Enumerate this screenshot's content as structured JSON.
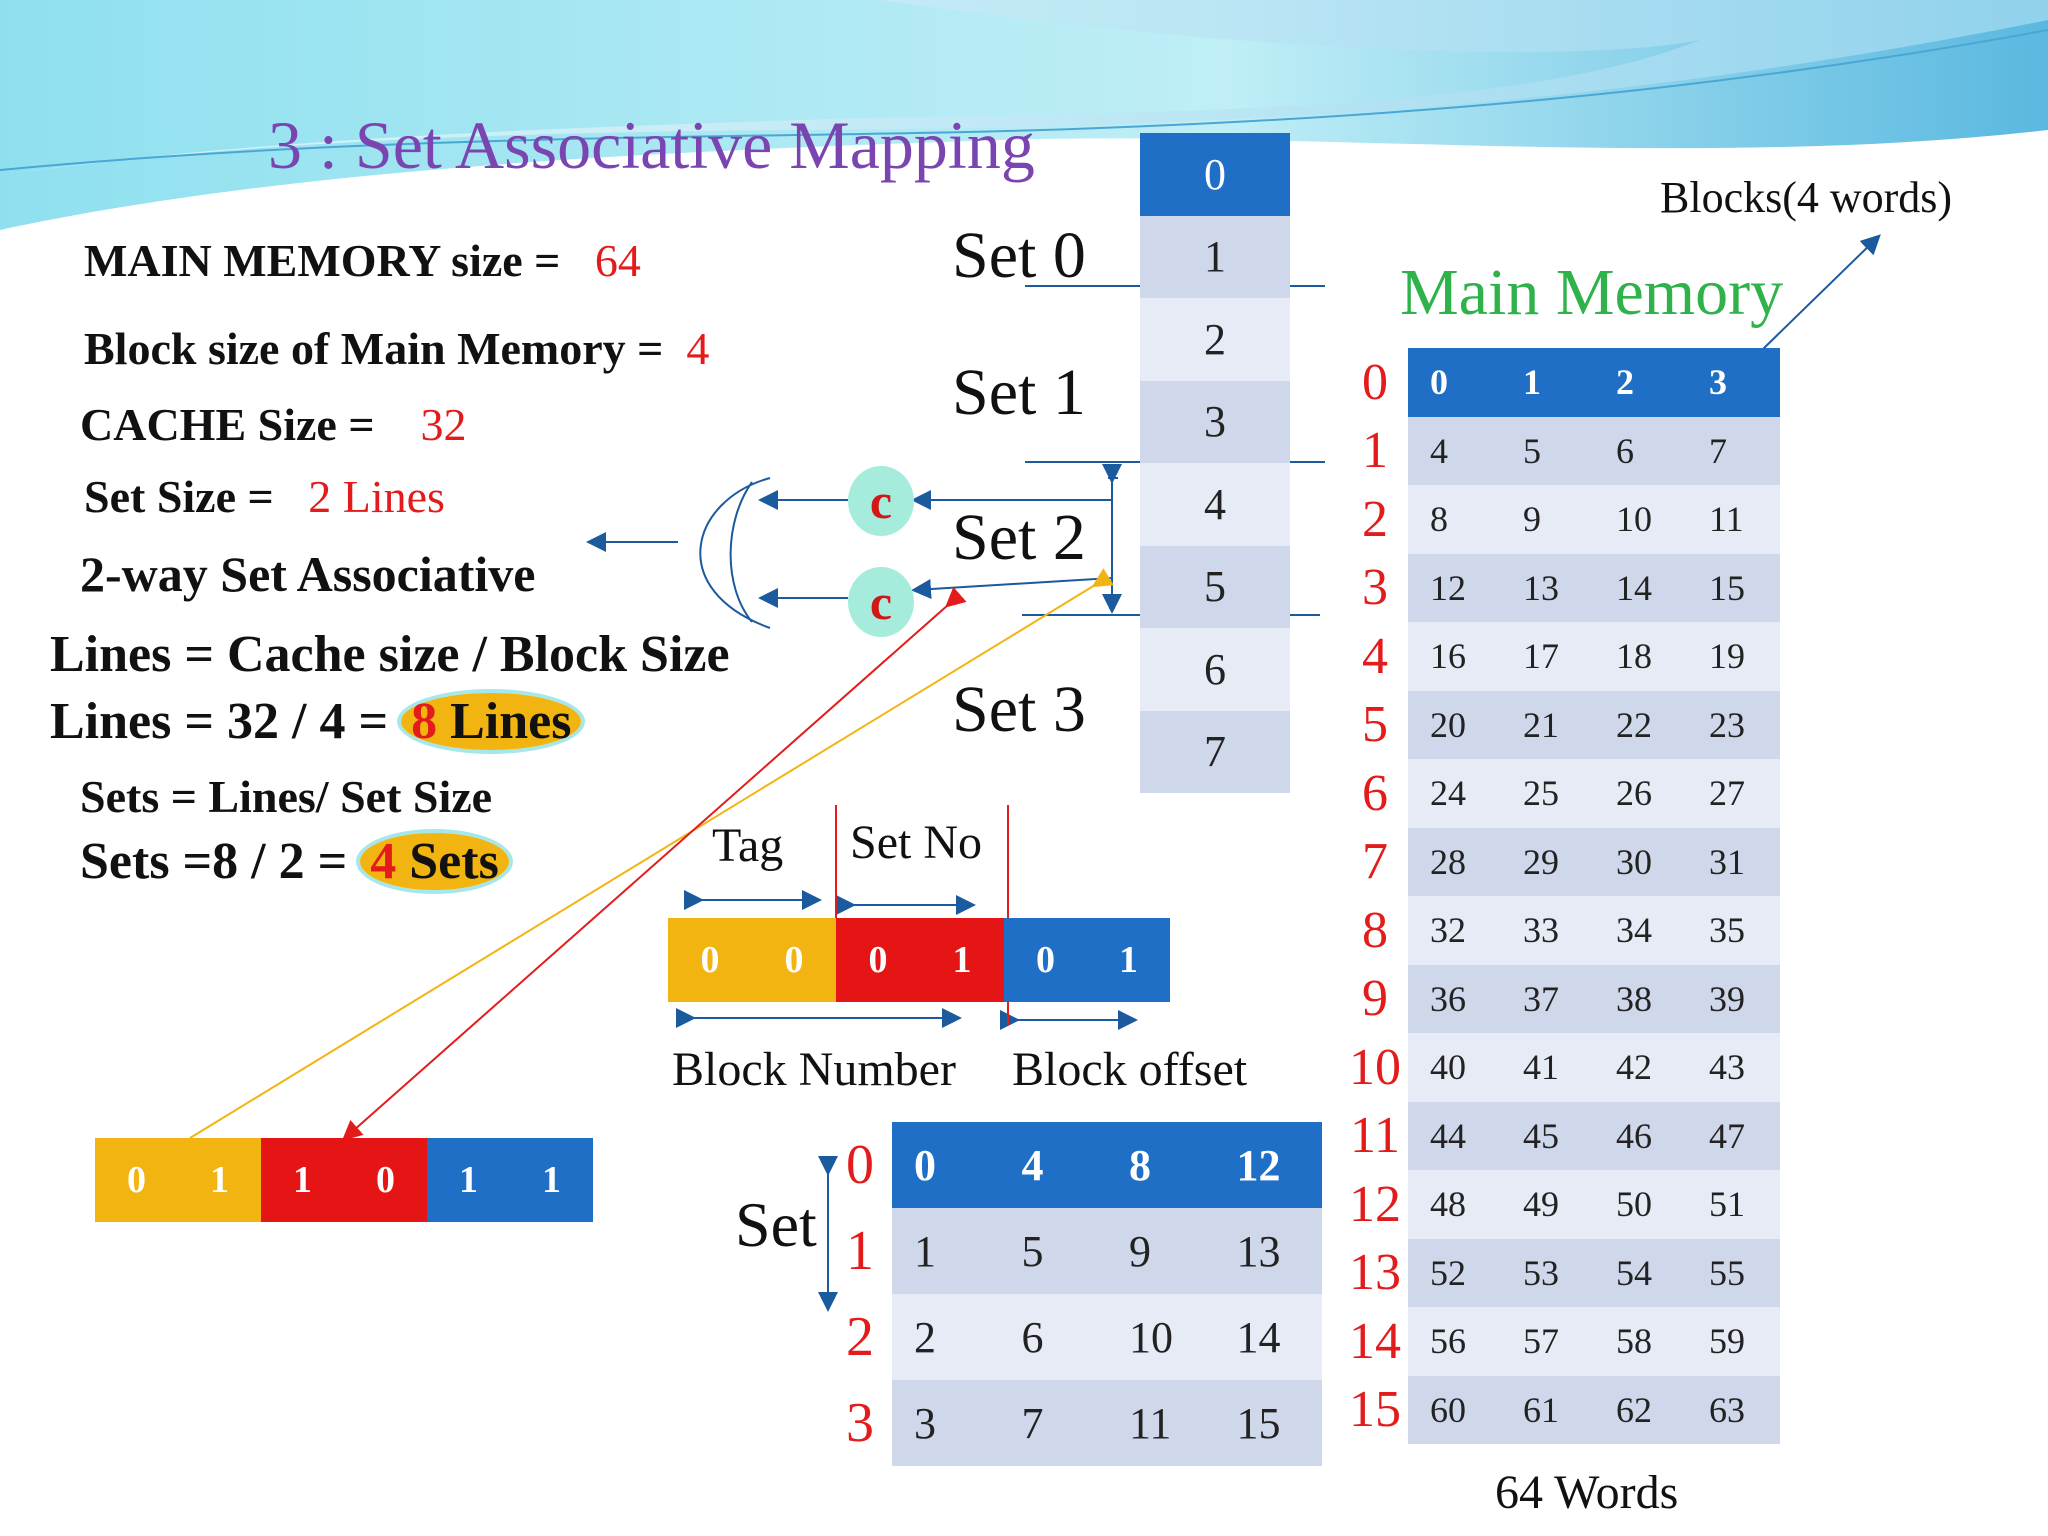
{
  "title": "3 : Set Associative Mapping",
  "params": {
    "main_memory_label": "MAIN MEMORY size =",
    "main_memory_value": "64",
    "block_size_label": "Block size of Main Memory =",
    "block_size_value": "4",
    "cache_size_label": "CACHE Size =",
    "cache_size_value": "32",
    "set_size_label": "Set Size =",
    "set_size_value": "2 Lines",
    "way_label": "2-way Set Associative",
    "lines_formula": "Lines = Cache size / Block Size",
    "lines_calc": "Lines = 32 / 4 =",
    "lines_result_num": "8",
    "lines_result_unit": "Lines",
    "sets_formula": "Sets = Lines/ Set Size",
    "sets_calc": "Sets =8 / 2 =",
    "sets_result_num": "4",
    "sets_result_unit": "Sets"
  },
  "cache": {
    "lines": [
      "0",
      "1",
      "2",
      "3",
      "4",
      "5",
      "6",
      "7"
    ],
    "set_labels": [
      "Set 0",
      "Set 1",
      "Set 2",
      "Set 3"
    ]
  },
  "comparator_label": "c",
  "main_memory": {
    "title": "Main Memory",
    "blocks_label": "Blocks(4 words)",
    "block_indices": [
      "0",
      "1",
      "2",
      "3",
      "4",
      "5",
      "6",
      "7",
      "8",
      "9",
      "10",
      "11",
      "12",
      "13",
      "14",
      "15"
    ],
    "rows": [
      [
        "0",
        "1",
        "2",
        "3"
      ],
      [
        "4",
        "5",
        "6",
        "7"
      ],
      [
        "8",
        "9",
        "10",
        "11"
      ],
      [
        "12",
        "13",
        "14",
        "15"
      ],
      [
        "16",
        "17",
        "18",
        "19"
      ],
      [
        "20",
        "21",
        "22",
        "23"
      ],
      [
        "24",
        "25",
        "26",
        "27"
      ],
      [
        "28",
        "29",
        "30",
        "31"
      ],
      [
        "32",
        "33",
        "34",
        "35"
      ],
      [
        "36",
        "37",
        "38",
        "39"
      ],
      [
        "40",
        "41",
        "42",
        "43"
      ],
      [
        "44",
        "45",
        "46",
        "47"
      ],
      [
        "48",
        "49",
        "50",
        "51"
      ],
      [
        "52",
        "53",
        "54",
        "55"
      ],
      [
        "56",
        "57",
        "58",
        "59"
      ],
      [
        "60",
        "61",
        "62",
        "63"
      ]
    ],
    "words_label": "64 Words"
  },
  "address": {
    "tag_label": "Tag",
    "setno_label": "Set No",
    "tag_bits": [
      "0",
      "0"
    ],
    "set_bits": [
      "0",
      "1"
    ],
    "offset_bits": [
      "0",
      "1"
    ],
    "block_number_label": "Block Number",
    "block_offset_label": "Block offset"
  },
  "example_address": {
    "tag_bits": [
      "0",
      "1"
    ],
    "set_bits": [
      "1",
      "0"
    ],
    "offset_bits": [
      "1",
      "1"
    ]
  },
  "set_table": {
    "label": "Set",
    "indices": [
      "0",
      "1",
      "2",
      "3"
    ],
    "rows": [
      [
        "0",
        "4",
        "8",
        "12"
      ],
      [
        "1",
        "5",
        "9",
        "13"
      ],
      [
        "2",
        "6",
        "10",
        "14"
      ],
      [
        "3",
        "7",
        "11",
        "15"
      ]
    ]
  }
}
